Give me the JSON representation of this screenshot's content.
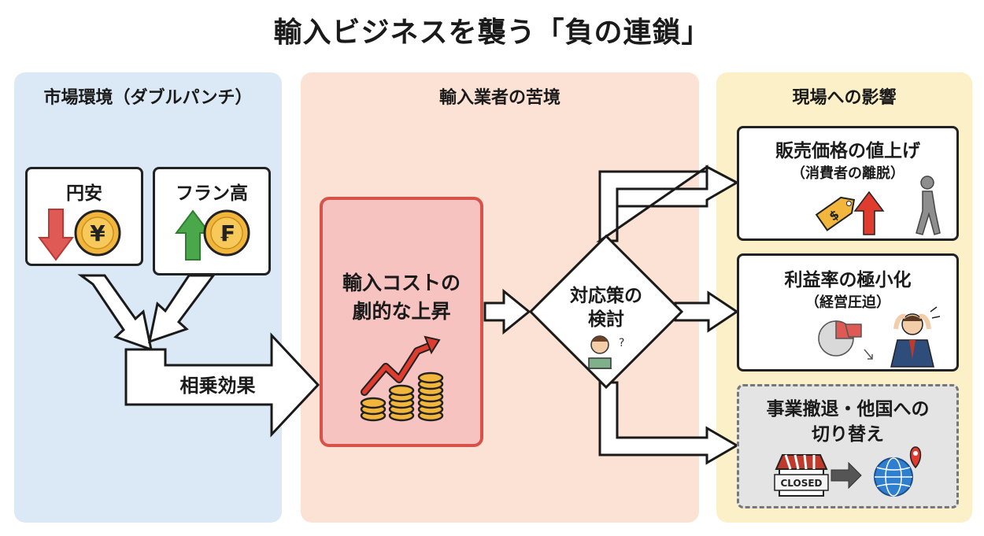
{
  "title": "輸入ビジネスを襲う「負の連鎖」",
  "sections": {
    "market": {
      "title": "市場環境（ダブルパンチ）",
      "yen_label": "円安",
      "franc_label": "フラン高",
      "yen_symbol": "¥",
      "franc_symbol": "₣",
      "synergy_label": "相乗効果"
    },
    "importer": {
      "title": "輸入業者の苦境",
      "cost_line1": "輸入コストの",
      "cost_line2": "劇的な上昇",
      "decision_line1": "対応策の",
      "decision_line2": "検討"
    },
    "impact": {
      "title": "現場への影響",
      "item1_title": "販売価格の値上げ",
      "item1_sub": "（消費者の離脱）",
      "item2_title": "利益率の極小化",
      "item2_sub": "（経営圧迫）",
      "item3_line1": "事業撤退・他国への",
      "item3_line2": "切り替え",
      "closed_sign": "CLOSED",
      "tag_symbol": "$"
    }
  },
  "colors": {
    "down_arrow": "#e05a55",
    "up_arrow_green": "#4aa84a",
    "up_arrow_red": "#e03b2f",
    "coin": "#f2b63c",
    "cost_border": "#d9524a",
    "cost_fill": "#f6c3c0"
  },
  "icons": [
    "down-arrow-icon",
    "yen-coin-icon",
    "up-arrow-icon",
    "franc-coin-icon",
    "rising-chart-icon",
    "coin-stack-icon",
    "thinking-person-icon",
    "price-tag-icon",
    "walking-person-icon",
    "pie-chart-icon",
    "stressed-businessman-icon",
    "closed-shop-icon",
    "globe-icon",
    "location-pin-icon"
  ]
}
